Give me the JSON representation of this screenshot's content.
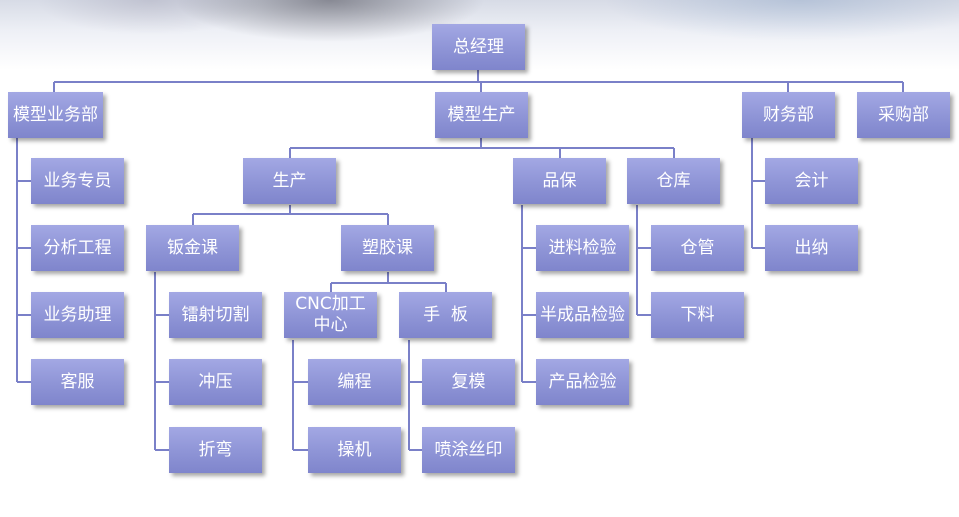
{
  "nodes": {
    "ceo": "总经理",
    "model_business": "模型业务部",
    "model_production": "模型生产",
    "finance": "财务部",
    "purchasing": "采购部",
    "business_specialist": "业务专员",
    "analysis_engineer": "分析工程",
    "business_assistant": "业务助理",
    "customer_service": "客服",
    "production": "生产",
    "quality": "品保",
    "warehouse": "仓库",
    "accounting": "会计",
    "cashier": "出纳",
    "sheet_metal": "钣金课",
    "plastic": "塑胶课",
    "incoming_inspection": "进料检验",
    "semi_finished_inspection": "半成品检验",
    "product_inspection": "产品检验",
    "warehouse_mgmt": "仓管",
    "material_cutting": "下料",
    "laser_cutting": "镭射切割",
    "stamping": "冲压",
    "bending": "折弯",
    "cnc_center": "CNC加工中心",
    "hand_model": "手  板",
    "programming": "编程",
    "machine_operation": "操机",
    "replica_mold": "复模",
    "spray_silkscreen": "喷涂丝印"
  },
  "colors": {
    "box_top": "#a3a8e4",
    "box_bottom": "#7f85cc",
    "connector": "#7a80c8",
    "text": "#ffffff"
  }
}
